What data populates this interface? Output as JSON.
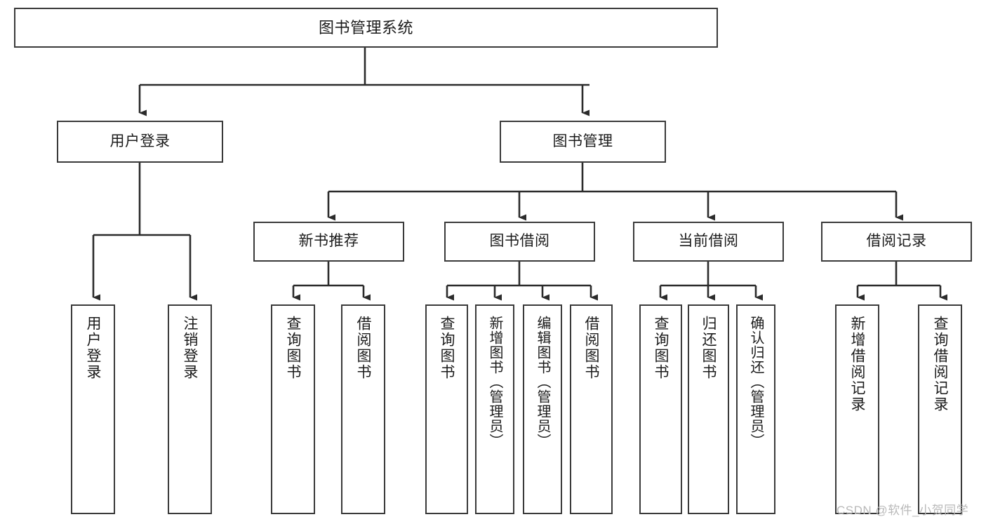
{
  "diagram": {
    "title": "图书管理系统",
    "type": "tree-hierarchy",
    "stroke_color": "#3a3a3a",
    "fill_color": "#ffffff",
    "text_color": "#1b1b1b"
  },
  "watermark": {
    "text": "CSDN @软件_小贺同学",
    "color": "#b9b9b9"
  },
  "nodes": {
    "root": {
      "label": "图书管理系统"
    },
    "level1": [
      {
        "label": "用户登录"
      },
      {
        "label": "图书管理"
      }
    ],
    "level2": [
      {
        "label": "新书推荐"
      },
      {
        "label": "图书借阅"
      },
      {
        "label": "当前借阅"
      },
      {
        "label": "借阅记录"
      }
    ],
    "leaves": {
      "user_login": [
        {
          "label": "用户登录"
        },
        {
          "label": "注销登录"
        }
      ],
      "new_book_recommend": [
        {
          "label": "查询图书"
        },
        {
          "label": "借阅图书"
        }
      ],
      "book_borrow": [
        {
          "label": "查询图书"
        },
        {
          "label": "新增图书（管理员）"
        },
        {
          "label": "编辑图书（管理员）"
        },
        {
          "label": "借阅图书"
        }
      ],
      "current_borrow": [
        {
          "label": "查询图书"
        },
        {
          "label": "归还图书"
        },
        {
          "label": "确认归还（管理员）"
        }
      ],
      "borrow_record": [
        {
          "label": "新增借阅记录"
        },
        {
          "label": "查询借阅记录"
        }
      ]
    }
  }
}
